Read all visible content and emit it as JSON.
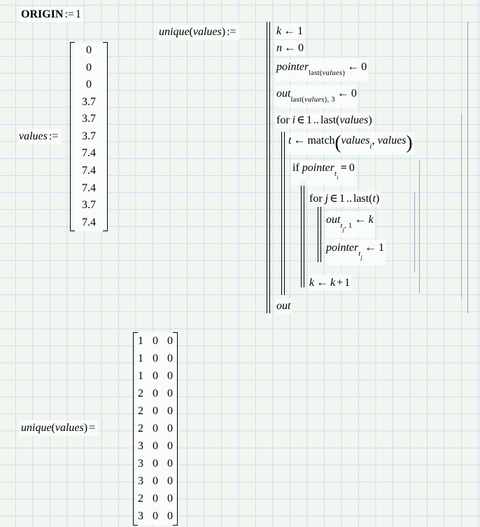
{
  "worksheet": {
    "origin": {
      "label": "ORIGIN",
      "op": ":=",
      "value": "1"
    },
    "sym": {
      "assign": ":=",
      "eval": "=",
      "arrow": "←",
      "elem": "∈",
      "range": "..",
      "lp": "(",
      "rp": ")",
      "plus": "+",
      "bool_eq": "="
    },
    "values_def": {
      "name": "values",
      "rows": [
        "0",
        "0",
        "0",
        "3.7",
        "3.7",
        "3.7",
        "7.4",
        "7.4",
        "7.4",
        "3.7",
        "7.4"
      ]
    },
    "program": {
      "fn": "unique",
      "arg": "values",
      "l1": {
        "v": "k",
        "val": "1"
      },
      "l2": {
        "v": "n",
        "val": "0"
      },
      "l3": {
        "v": "pointer",
        "sub_fn": "last",
        "sub_arg": "values",
        "val": "0"
      },
      "l4": {
        "v": "out",
        "sub_fn": "last",
        "sub_arg": "values",
        "tail": ", 3",
        "val": "0"
      },
      "l5": {
        "kw": "for",
        "v": "i",
        "start": "1",
        "fn": "last",
        "arg": "values"
      },
      "l6": {
        "v": "t",
        "fn": "match",
        "a1": "values",
        "a1sub": "i",
        "comma": ",",
        "a2": "values"
      },
      "l7": {
        "kw": "if",
        "v": "pointer",
        "sub": "t",
        "subsub": "i",
        "val": "0"
      },
      "l8": {
        "kw": "for",
        "v": "j",
        "start": "1",
        "fn": "last",
        "arg": "t"
      },
      "l9": {
        "v": "out",
        "sub": "t",
        "subsub": "j",
        "tail": ", 1",
        "val": "k"
      },
      "l10": {
        "v": "pointer",
        "sub": "t",
        "subsub": "j",
        "val": "1"
      },
      "l11": {
        "a": "k",
        "b": "k",
        "c": "1"
      },
      "l12": {
        "v": "out"
      }
    },
    "result": {
      "fn": "unique",
      "arg": "values",
      "rows": [
        [
          "1",
          "0",
          "0"
        ],
        [
          "1",
          "0",
          "0"
        ],
        [
          "1",
          "0",
          "0"
        ],
        [
          "2",
          "0",
          "0"
        ],
        [
          "2",
          "0",
          "0"
        ],
        [
          "2",
          "0",
          "0"
        ],
        [
          "3",
          "0",
          "0"
        ],
        [
          "3",
          "0",
          "0"
        ],
        [
          "3",
          "0",
          "0"
        ],
        [
          "2",
          "0",
          "0"
        ],
        [
          "3",
          "0",
          "0"
        ]
      ]
    },
    "colors": {
      "page_bg": "#f2f6f1",
      "grid_line": "#cbdeee",
      "text": "#000000",
      "guide_gray": "#98a3a8"
    }
  }
}
